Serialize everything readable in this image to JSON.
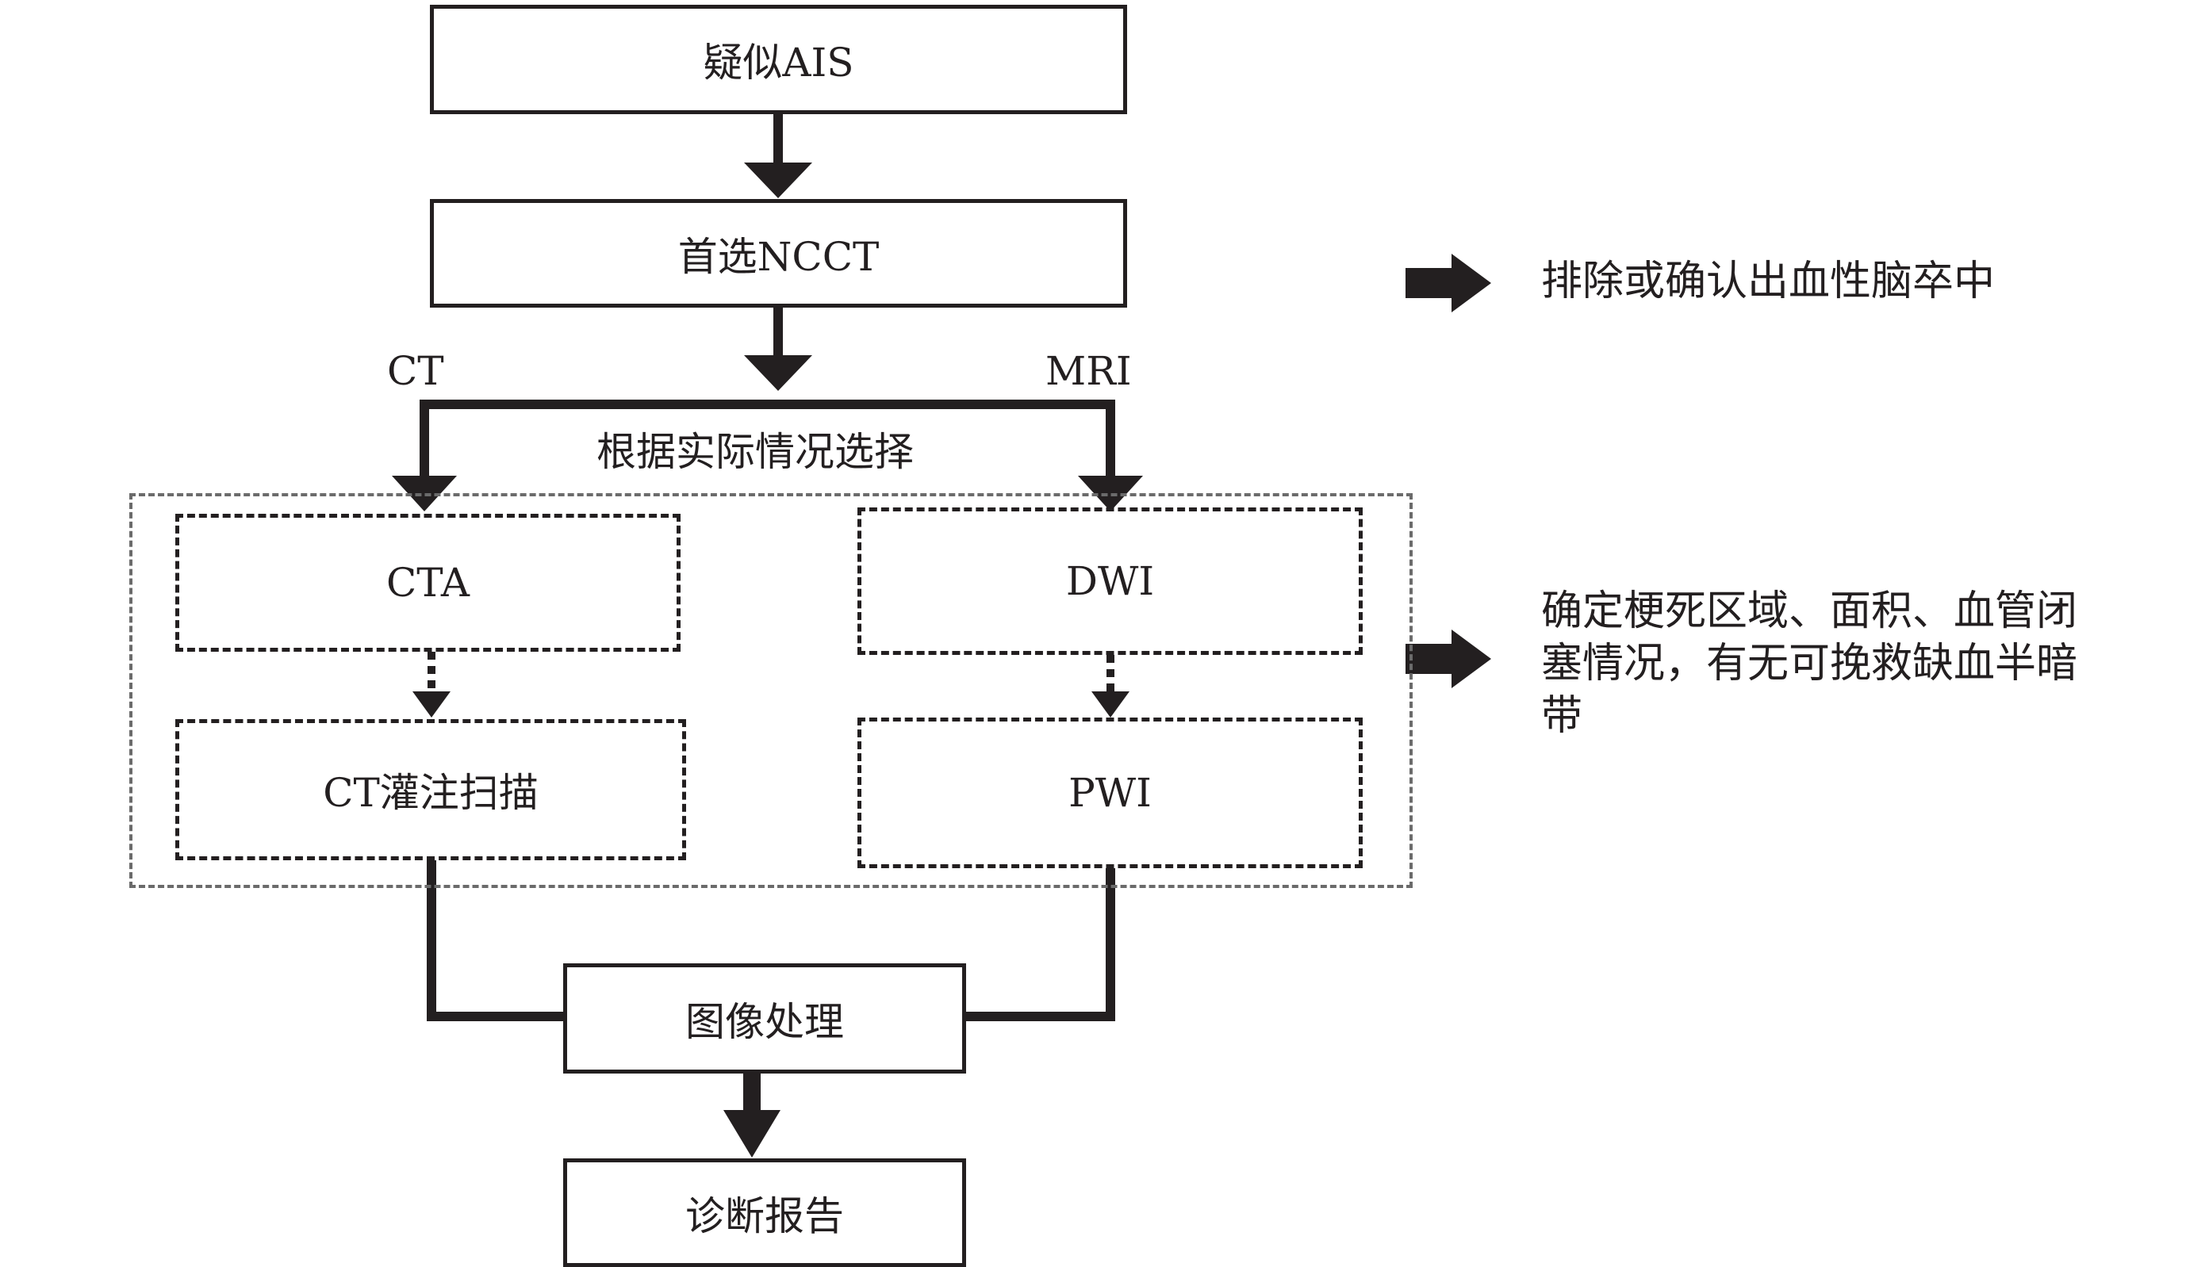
{
  "boxes": {
    "suspected": "疑似AIS",
    "ncct": "首选NCCT",
    "cta": "CTA",
    "dwi": "DWI",
    "ct_perfusion": "CT灌注扫描",
    "pwi": "PWI",
    "image_processing": "图像处理",
    "report": "诊断报告"
  },
  "branch_labels": {
    "ct": "CT",
    "mri": "MRI",
    "choose": "根据实际情况选择"
  },
  "notes": {
    "ncct_purpose": "排除或确认出血性脑卒中",
    "advanced_purpose": "确定梗死区域、面积、血管闭塞情况，有无可挽救缺血半暗带"
  },
  "colors": {
    "line": "#231f20",
    "outer_dash": "#6b6b6b",
    "background": "#ffffff"
  }
}
